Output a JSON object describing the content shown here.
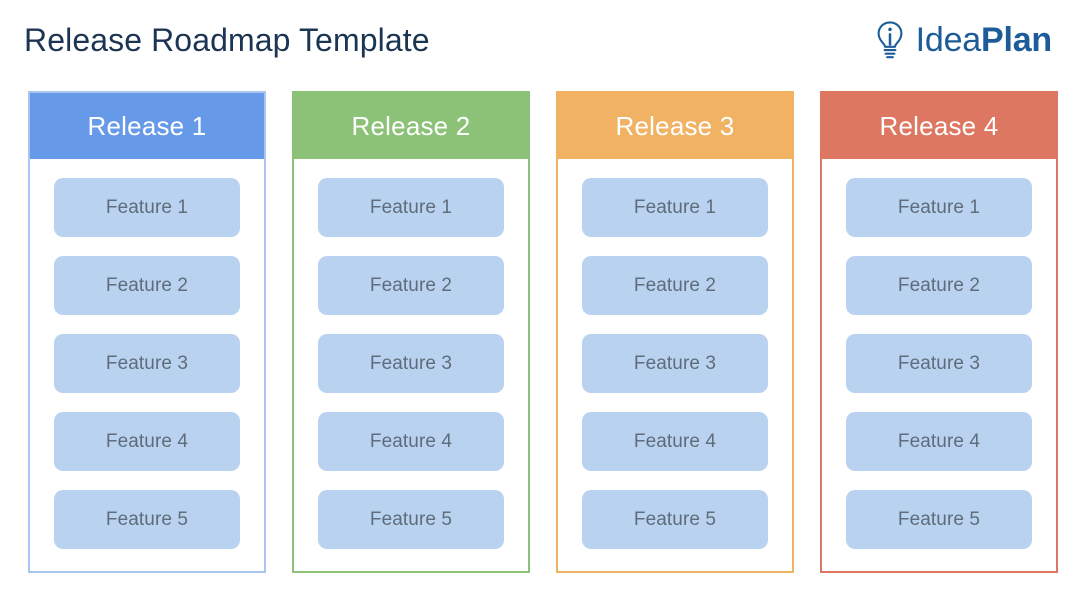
{
  "header": {
    "title": "Release Roadmap Template",
    "title_color": "#1c3553",
    "brand": {
      "icon": "lightbulb-idea-icon",
      "icon_color": "#1d5c99",
      "text_light": "Idea",
      "text_bold": "Plan",
      "text_color": "#1d5c99"
    }
  },
  "board": {
    "feature_card_color": "#b8d2f0",
    "feature_text_color": "#5f6c7b",
    "columns": [
      {
        "title": "Release 1",
        "header_color": "#6699e8",
        "border_color": "#a8c4ef",
        "features": [
          {
            "label": "Feature 1"
          },
          {
            "label": "Feature 2"
          },
          {
            "label": "Feature 3"
          },
          {
            "label": "Feature 4"
          },
          {
            "label": "Feature 5"
          }
        ]
      },
      {
        "title": "Release 2",
        "header_color": "#8cc278",
        "border_color": "#8cc278",
        "features": [
          {
            "label": "Feature 1"
          },
          {
            "label": "Feature 2"
          },
          {
            "label": "Feature 3"
          },
          {
            "label": "Feature 4"
          },
          {
            "label": "Feature 5"
          }
        ]
      },
      {
        "title": "Release 3",
        "header_color": "#f2b263",
        "border_color": "#f2b263",
        "features": [
          {
            "label": "Feature 1"
          },
          {
            "label": "Feature 2"
          },
          {
            "label": "Feature 3"
          },
          {
            "label": "Feature 4"
          },
          {
            "label": "Feature 5"
          }
        ]
      },
      {
        "title": "Release 4",
        "header_color": "#dd7762",
        "border_color": "#dd7762",
        "features": [
          {
            "label": "Feature 1"
          },
          {
            "label": "Feature 2"
          },
          {
            "label": "Feature 3"
          },
          {
            "label": "Feature 4"
          },
          {
            "label": "Feature 5"
          }
        ]
      }
    ]
  }
}
